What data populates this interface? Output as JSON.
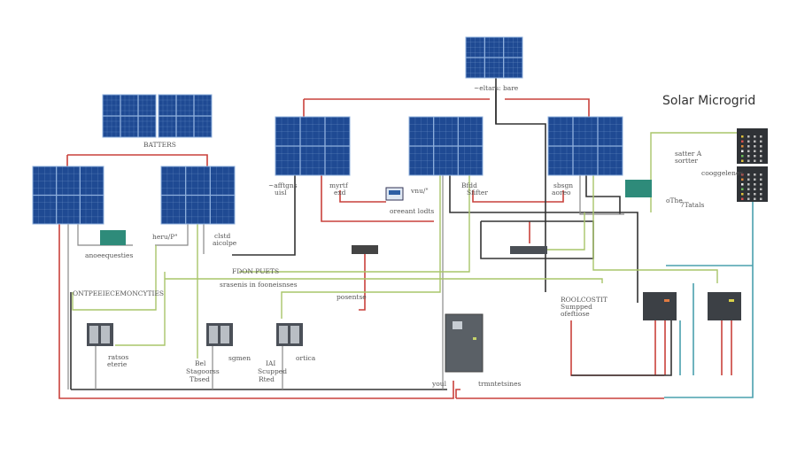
{
  "title": "Solar Microgrid",
  "colors": {
    "panel": "#1f4a93",
    "panel_grid": "#8fb0dd",
    "wire_red": "#c9413b",
    "wire_black": "#333333",
    "wire_green": "#a9c56a",
    "wire_teal": "#4aa0ad",
    "device": "#4a4f55",
    "controller": "#2e8b7a"
  },
  "labels": {
    "batters": "BATTERS",
    "top_panel": "~eltars: bare",
    "panel_a": [
      "~afftgns",
      "uisl"
    ],
    "panel_b": [
      "myrtf",
      "exd"
    ],
    "vnu": "vnu/\"",
    "oreeant": "oreeant lodts",
    "bfdd": [
      "Bfdd",
      "Sfifter"
    ],
    "sbsgn": [
      "sbsgn",
      "aoreo"
    ],
    "satter": [
      "satter A",
      "sortter"
    ],
    "cooggelenes": "cooggelenes",
    "othe": [
      "oThe",
      "7Tatals"
    ],
    "heru": "heru/P\"",
    "clstd": [
      "clstd",
      "aicolpe"
    ],
    "anoeequesties": "anoeequesties",
    "fdon": "FDON PUETS",
    "srasenis": "srasenis in fooneisnses",
    "ontpe": "ONTPEEIECEMONCYTIES",
    "posentse": "posentse",
    "roolcostit": [
      "ROOLCOSTIT",
      "Sumpped",
      "ofeftiose"
    ],
    "ratsos": [
      "ratsos",
      "eterie"
    ],
    "bel": [
      "Bel",
      "Stagoorss",
      "Tbsed"
    ],
    "sgmen": "sgmen",
    "iai": [
      "IAI",
      "Scupped",
      "Rted"
    ],
    "ortica": "ortica",
    "youl": "youl",
    "trmntetsines": "trmntetsines"
  }
}
